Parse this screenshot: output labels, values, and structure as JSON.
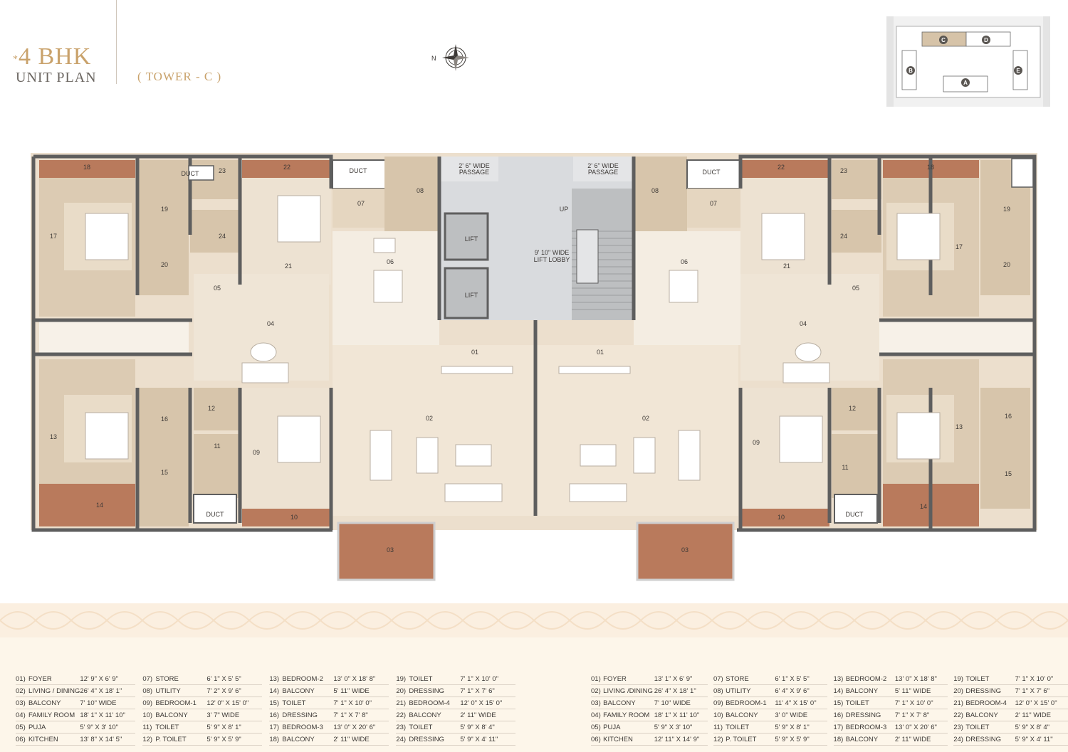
{
  "header": {
    "title_prefix": "*",
    "title": "4 BHK",
    "subtitle": "UNIT PLAN",
    "tower": "( TOWER - C )",
    "compass_label": "N"
  },
  "keyplan": {
    "towers": [
      "C",
      "D",
      "B",
      "E",
      "A"
    ],
    "highlight": "C",
    "highlight_color": "#d6c3a8"
  },
  "plan": {
    "passage_left": [
      "2' 6\" WIDE",
      "PASSAGE"
    ],
    "passage_right": [
      "2' 6\" WIDE",
      "PASSAGE"
    ],
    "lift_label": "LIFT",
    "lobby": [
      "9' 10\" WIDE",
      "LIFT LOBBY"
    ],
    "up_label": "UP",
    "duct_label": "DUCT",
    "colors": {
      "floor": "#ecdfcd",
      "living": "#f1e6d6",
      "wall": "#5e5e5e",
      "balcony": "#b97a5c",
      "wet": "#d7c5ab",
      "core": "#bdbfc1",
      "lobby": "#d9dbde",
      "kitchen": "#f4ede2"
    }
  },
  "legend_left": [
    [
      {
        "n": "01)",
        "name": "FOYER",
        "dim": "12' 9\" X 6' 9\""
      },
      {
        "n": "02)",
        "name": "LIVING / DINING",
        "dim": "26' 4\" X 18' 1\""
      },
      {
        "n": "03)",
        "name": "BALCONY",
        "dim": "7' 10\" WIDE"
      },
      {
        "n": "04)",
        "name": "FAMILY ROOM",
        "dim": "18' 1\" X 11' 10\""
      },
      {
        "n": "05)",
        "name": "PUJA",
        "dim": "5' 9\" X 3' 10\""
      },
      {
        "n": "06)",
        "name": "KITCHEN",
        "dim": "13' 8\" X 14' 5\""
      }
    ],
    [
      {
        "n": "07)",
        "name": "STORE",
        "dim": "6' 1\" X 5' 5\""
      },
      {
        "n": "08)",
        "name": "UTILITY",
        "dim": "7' 2\" X 9' 6\""
      },
      {
        "n": "09)",
        "name": "BEDROOM-1",
        "dim": "12' 0\" X 15' 0\""
      },
      {
        "n": "10)",
        "name": "BALCONY",
        "dim": "3' 7\" WIDE"
      },
      {
        "n": "11)",
        "name": "TOILET",
        "dim": "5' 9\" X 8' 1\""
      },
      {
        "n": "12)",
        "name": "P. TOILET",
        "dim": "5' 9\" X 5' 9\""
      }
    ],
    [
      {
        "n": "13)",
        "name": "BEDROOM-2",
        "dim": "13' 0\" X 18' 8\""
      },
      {
        "n": "14)",
        "name": "BALCONY",
        "dim": "5' 11\" WIDE"
      },
      {
        "n": "15)",
        "name": "TOILET",
        "dim": "7' 1\" X 10' 0\""
      },
      {
        "n": "16)",
        "name": "DRESSING",
        "dim": "7' 1\" X 7' 8\""
      },
      {
        "n": "17)",
        "name": "BEDROOM-3",
        "dim": "13' 0\" X 20' 6\""
      },
      {
        "n": "18)",
        "name": "BALCONY",
        "dim": "2' 11\" WIDE"
      }
    ],
    [
      {
        "n": "19)",
        "name": "TOILET",
        "dim": "7' 1\" X 10' 0\""
      },
      {
        "n": "20)",
        "name": "DRESSING",
        "dim": "7' 1\" X 7' 6\""
      },
      {
        "n": "21)",
        "name": "BEDROOM-4",
        "dim": "12' 0\" X 15' 0\""
      },
      {
        "n": "22)",
        "name": "BALCONY",
        "dim": "2' 11\" WIDE"
      },
      {
        "n": "23)",
        "name": "TOILET",
        "dim": "5' 9\" X 8' 4\""
      },
      {
        "n": "24)",
        "name": "DRESSING",
        "dim": "5' 9\" X 4' 11\""
      }
    ]
  ],
  "legend_right": [
    [
      {
        "n": "01)",
        "name": "FOYER",
        "dim": "13' 1\" X 6' 9\""
      },
      {
        "n": "02)",
        "name": "LIVING /DINING",
        "dim": "26' 4\" X 18' 1\""
      },
      {
        "n": "03)",
        "name": "BALCONY",
        "dim": "7' 10\" WIDE"
      },
      {
        "n": "04)",
        "name": "FAMILY ROOM",
        "dim": "18' 1\" X 11' 10\""
      },
      {
        "n": "05)",
        "name": "PUJA",
        "dim": "5' 9\" X 3' 10\""
      },
      {
        "n": "06)",
        "name": "KITCHEN",
        "dim": "12' 11\" X 14' 9\""
      }
    ],
    [
      {
        "n": "07)",
        "name": "STORE",
        "dim": "6' 1\" X 5' 5\""
      },
      {
        "n": "08)",
        "name": "UTILITY",
        "dim": "6' 4\" X 9' 6\""
      },
      {
        "n": "09)",
        "name": "BEDROOM-1",
        "dim": "11' 4\" X 15' 0\""
      },
      {
        "n": "10)",
        "name": "BALCONY",
        "dim": "3' 0\" WIDE"
      },
      {
        "n": "11)",
        "name": "TOILET",
        "dim": "5' 9\" X 8' 1\""
      },
      {
        "n": "12)",
        "name": "P. TOILET",
        "dim": "5' 9\" X 5' 9\""
      }
    ],
    [
      {
        "n": "13)",
        "name": "BEDROOM-2",
        "dim": "13' 0\" X 18' 8\""
      },
      {
        "n": "14)",
        "name": "BALCONY",
        "dim": "5' 11\" WIDE"
      },
      {
        "n": "15)",
        "name": "TOILET",
        "dim": "7' 1\" X 10' 0\""
      },
      {
        "n": "16)",
        "name": "DRESSING",
        "dim": "7' 1\" X 7' 8\""
      },
      {
        "n": "17)",
        "name": "BEDROOM-3",
        "dim": "13' 0\" X 20' 6\""
      },
      {
        "n": "18)",
        "name": "BALCONY",
        "dim": "2' 11\" WIDE"
      }
    ],
    [
      {
        "n": "19)",
        "name": "TOILET",
        "dim": "7' 1\" X 10' 0\""
      },
      {
        "n": "20)",
        "name": "DRESSING",
        "dim": "7' 1\" X 7' 6\""
      },
      {
        "n": "21)",
        "name": "BEDROOM-4",
        "dim": "12' 0\" X 15' 0\""
      },
      {
        "n": "22)",
        "name": "BALCONY",
        "dim": "2' 11\" WIDE"
      },
      {
        "n": "23)",
        "name": "TOILET",
        "dim": "5' 9\" X 8' 4\""
      },
      {
        "n": "24)",
        "name": "DRESSING",
        "dim": "5' 9\" X 4' 11\""
      }
    ]
  ]
}
